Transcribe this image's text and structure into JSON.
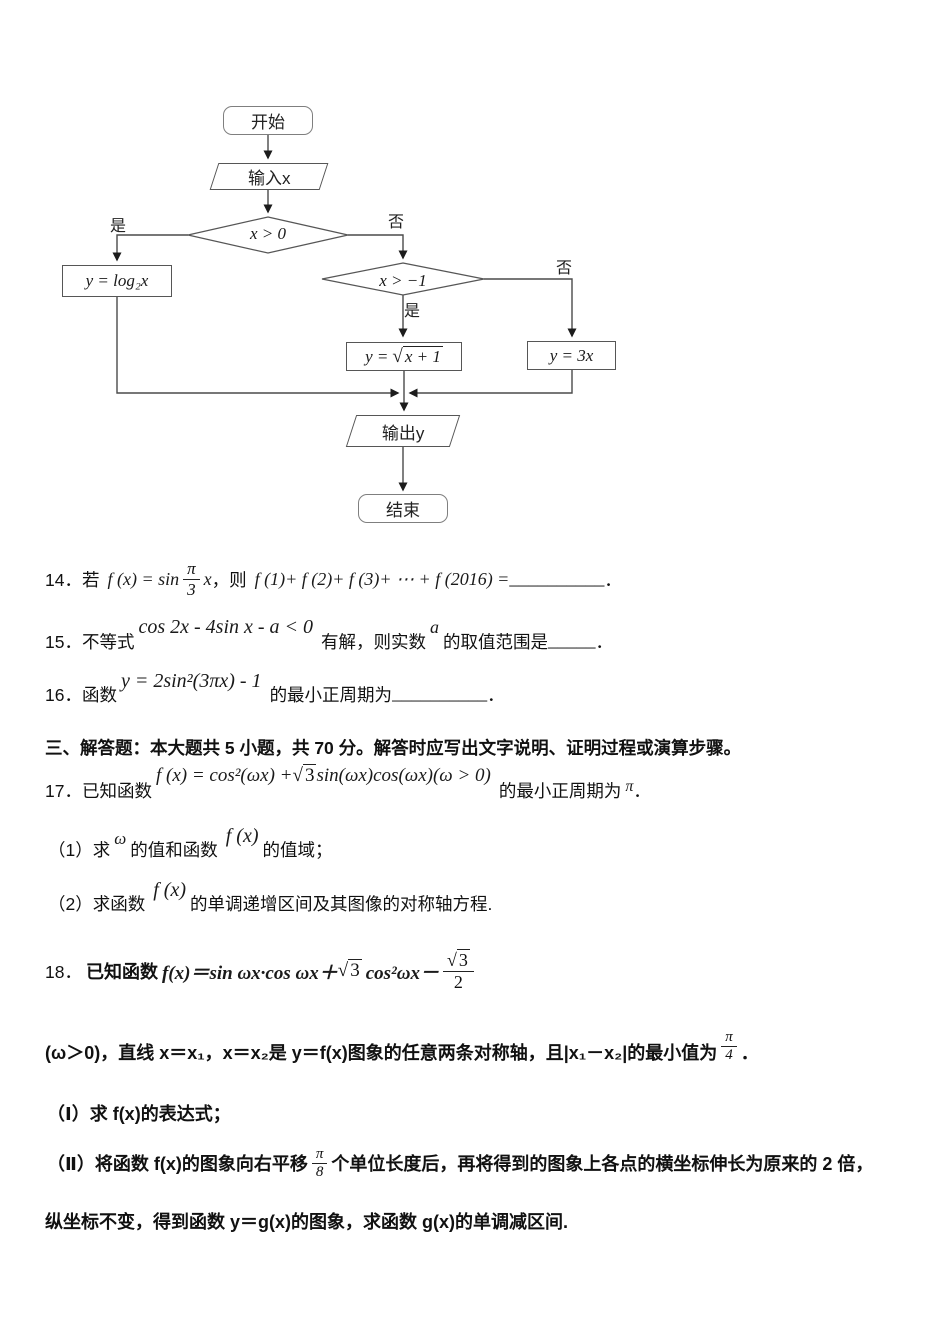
{
  "flowchart": {
    "start": "开始",
    "input": "输入x",
    "decision1": "x > 0",
    "yes1": "是",
    "no1": "否",
    "box_log": "y = log₂x",
    "decision2": "x > −1",
    "yes2": "是",
    "no2": "否",
    "sqrt_pre": "y =",
    "sqrt_sign": "√",
    "sqrt_rad": "x + 1",
    "box_linear": "y = 3x",
    "output": "输出y",
    "end": "结束"
  },
  "problems": {
    "p14": {
      "num_lead": "14．若",
      "f_pre": "f (x) = sin",
      "frac_num": "π",
      "frac_den": "3",
      "f_post": "x",
      "mid": "，则",
      "series": "f (1)+ f (2)+ f (3)+ ⋯ + f (2016) =",
      "blank": "__________",
      "tail": "．"
    },
    "p15": {
      "num_lead": "15．不等式",
      "formula": "cos 2x - 4sin x - a < 0",
      "mid1": "有解，则实数",
      "var": "a",
      "mid2": "的取值范围是",
      "blank": "_____",
      "tail": "．"
    },
    "p16": {
      "num_lead": "16．函数",
      "formula": "y = 2sin²(3πx) - 1",
      "mid": "的最小正周期为",
      "blank": "__________",
      "tail": "．"
    },
    "section3": "三、解答题：本大题共 5 小题，共 70 分。解答时应写出文字说明、证明过程或演算步骤。",
    "p17": {
      "num_lead": "17．已知函数",
      "f1": "f (x) = cos²(ωx) +",
      "sqrt_sign": "√",
      "sqrt_rad": "3",
      "f2": "sin(ωx)cos(ωx)(ω > 0)",
      "mid": "的最小正周期为",
      "pi": "π",
      "tail": "．"
    },
    "p17_1": {
      "bracket": "（1）求",
      "omega": "ω",
      "t1": "的值和函数",
      "fx": "f (x)",
      "t2": "的值域；"
    },
    "p17_2": {
      "bracket": "（2）求函数",
      "fx": "f (x)",
      "t1": "的单调递增区间及其图像的对称轴方程."
    },
    "p18": {
      "num": "18．",
      "lead": "已知函数",
      "f1": "f(x)＝sin ωx·cos ωx＋",
      "sqrt_sign": "√",
      "sqrt_rad": "3",
      "f2": "cos²ωx－",
      "frac_num_sqrt": "√",
      "frac_num_rad": "3",
      "frac_den": "2"
    },
    "p18b": {
      "t1": "(ω＞0)，直线 x＝x₁，x＝x₂是 y＝f(x)图象的任意两条对称轴，且|x₁－x₂|的最小值为",
      "frac_num": "π",
      "frac_den": "4",
      "tail": "．"
    },
    "p18_1": "（Ⅰ）求 f(x)的表达式；",
    "p18_2": {
      "t1": "（Ⅱ）将函数 f(x)的图象向右平移",
      "frac_num": "π",
      "frac_den": "8",
      "t2": "个单位长度后，再将得到的图象上各点的横坐标伸长为原来的 2 倍，"
    },
    "p18_3": "纵坐标不变，得到函数 y＝g(x)的图象，求函数 g(x)的单调减区间."
  }
}
